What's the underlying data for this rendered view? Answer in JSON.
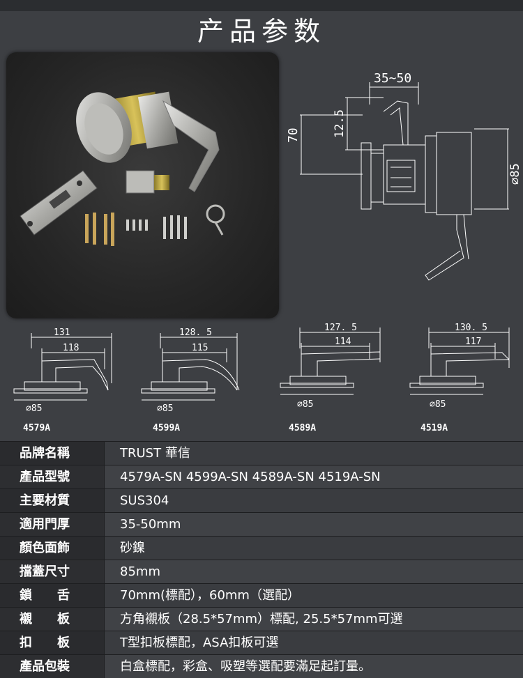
{
  "title": "产品参数",
  "main_diagram": {
    "dim_top": "35~50",
    "dim_height": "70",
    "dim_inner": "12.5",
    "dim_diameter": "⌀85"
  },
  "models": [
    {
      "code": "4579A",
      "outer": "131",
      "inner": "118",
      "diameter": "⌀85"
    },
    {
      "code": "4599A",
      "outer": "128. 5",
      "inner": "115",
      "diameter": "⌀85"
    },
    {
      "code": "4589A",
      "outer": "127. 5",
      "inner": "114",
      "diameter": "⌀85"
    },
    {
      "code": "4519A",
      "outer": "130. 5",
      "inner": "117",
      "diameter": "⌀85"
    }
  ],
  "specs": [
    {
      "label": "品牌名稱",
      "value": "TRUST 華信"
    },
    {
      "label": "產品型號",
      "value": "4579A-SN 4599A-SN 4589A-SN 4519A-SN"
    },
    {
      "label": "主要材質",
      "value": "SUS304"
    },
    {
      "label": "適用門厚",
      "value": "35-50mm"
    },
    {
      "label": "顏色面飾",
      "value": "砂鎳"
    },
    {
      "label": "擋蓋尺寸",
      "value": "85mm"
    },
    {
      "label_a": "鎖",
      "label_b": "舌",
      "value": "70mm(標配），60mm（選配）"
    },
    {
      "label_a": "襯",
      "label_b": "板",
      "value": "方角襯板（28.5*57mm）標配, 25.5*57mm可選"
    },
    {
      "label_a": "扣",
      "label_b": "板",
      "value": "T型扣板標配，ASA扣板可選"
    },
    {
      "label": "產品包裝",
      "value": "白盒標配，彩盒、吸塑等選配要滿足起訂量。"
    }
  ]
}
